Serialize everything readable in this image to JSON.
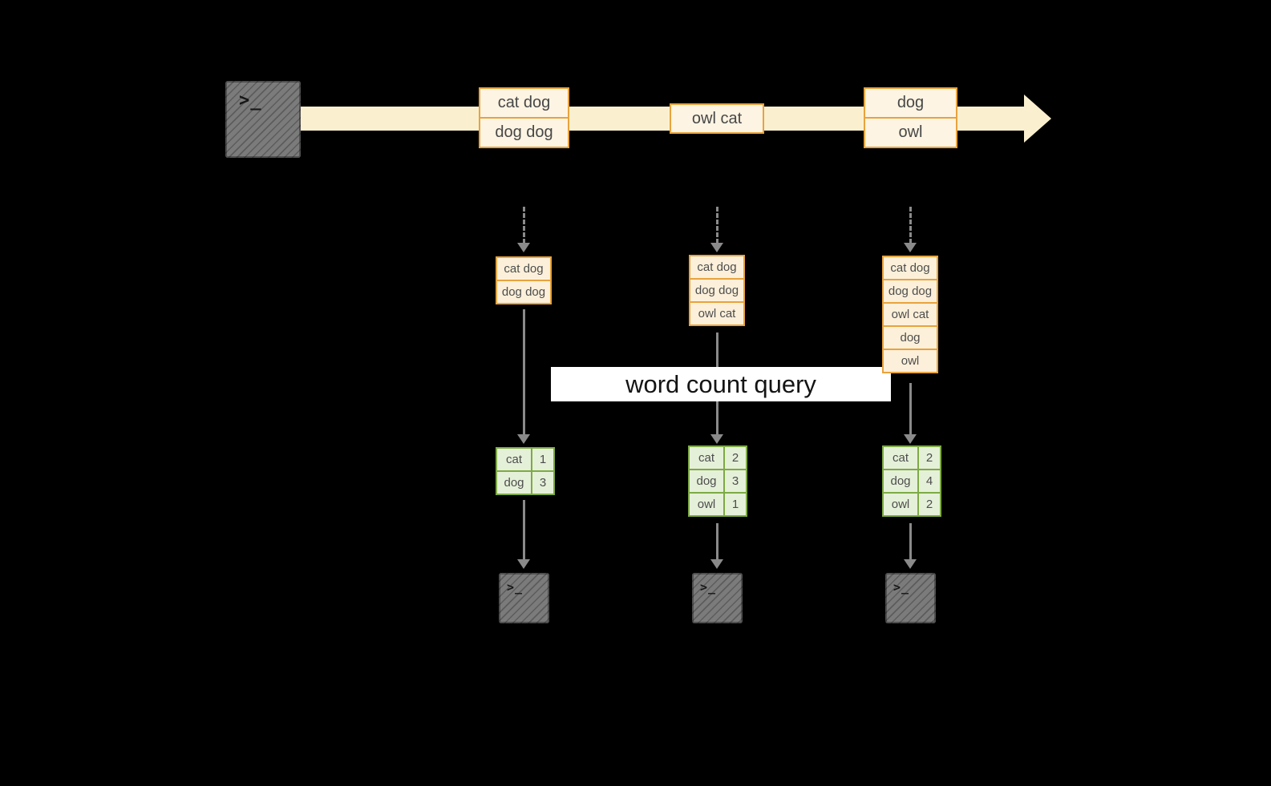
{
  "colors": {
    "background": "#000000",
    "stream_fill": "#faf0cf",
    "event_border": "#e8a33d",
    "event_fill": "#fdf4e3",
    "state_fill": "#fcf0da",
    "table_border": "#7daa44",
    "table_fill": "#e5f0d9",
    "arrow": "#8a8a8a",
    "terminal_fill": "#7b7b7b",
    "banner_bg": "#ffffff",
    "banner_text": "#141414"
  },
  "terminal": {
    "glyph": ">_"
  },
  "banner": {
    "label": "word count query"
  },
  "stream_events": [
    {
      "lines": [
        "cat dog",
        "dog dog"
      ]
    },
    {
      "lines": [
        "owl cat"
      ]
    },
    {
      "lines": [
        "dog",
        "owl"
      ]
    }
  ],
  "columns": [
    {
      "state": [
        "cat dog",
        "dog dog"
      ],
      "counts": [
        {
          "word": "cat",
          "count": 1
        },
        {
          "word": "dog",
          "count": 3
        }
      ]
    },
    {
      "state": [
        "cat dog",
        "dog dog",
        "owl cat"
      ],
      "counts": [
        {
          "word": "cat",
          "count": 2
        },
        {
          "word": "dog",
          "count": 3
        },
        {
          "word": "owl",
          "count": 1
        }
      ]
    },
    {
      "state": [
        "cat dog",
        "dog dog",
        "owl cat",
        "dog",
        "owl"
      ],
      "counts": [
        {
          "word": "cat",
          "count": 2
        },
        {
          "word": "dog",
          "count": 4
        },
        {
          "word": "owl",
          "count": 2
        }
      ]
    }
  ]
}
